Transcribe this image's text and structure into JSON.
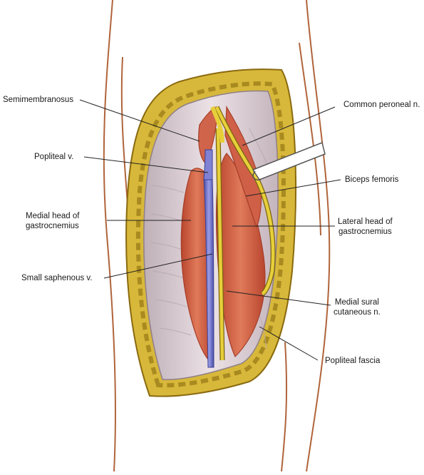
{
  "labels": {
    "semimembranosus": "Semimembranosus",
    "popliteal_v": "Popliteal v.",
    "medial_head": "Medial head of\ngastrocnemius",
    "small_saphenous": "Small saphenous v.",
    "common_peroneal": "Common peroneal n.",
    "biceps_femoris": "Biceps femoris",
    "lateral_head": "Lateral head of\ngastrocnemius",
    "medial_sural": "Medial sural\ncutaneous n.",
    "popliteal_fascia": "Popliteal fascia"
  },
  "colors": {
    "skin_line": "#b0643a",
    "fat": "#d8b83a",
    "fat_dark": "#8a6a10",
    "fascia": "#d6c6cc",
    "fascia_shade": "#a89aa2",
    "muscle": "#d0644a",
    "muscle_dark": "#a63e2a",
    "vein": "#6f72c8",
    "nerve": "#e7cf3a",
    "leader": "#222222"
  }
}
